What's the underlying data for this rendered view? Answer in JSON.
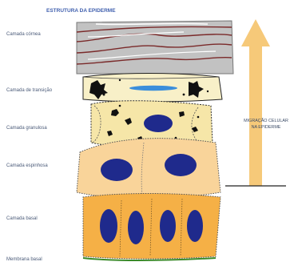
{
  "title": "ESTRUTURA DA EPIDERME",
  "layers": [
    {
      "label": "Camada córnea"
    },
    {
      "label": "Camada de transição"
    },
    {
      "label": "Camada granulosa"
    },
    {
      "label": "Camada espinhosa"
    },
    {
      "label": "Camada basal"
    },
    {
      "label": "Membrana basal"
    }
  ],
  "arrow": {
    "line1": "MIGRAÇÃO CELULAR",
    "line2": "NA EPIDERME"
  },
  "colors": {
    "cornea_fill": "#c2c2c2",
    "cornea_stripe": "#7a2a2a",
    "transition_fill": "#f8f0c8",
    "granular_fill": "#f6e6a8",
    "spinous_fill": "#f9d49a",
    "basal_fill": "#f5b046",
    "nucleus": "#1f2a8c",
    "arrow": "#f6c979",
    "membrane": "#3a8a2a"
  }
}
